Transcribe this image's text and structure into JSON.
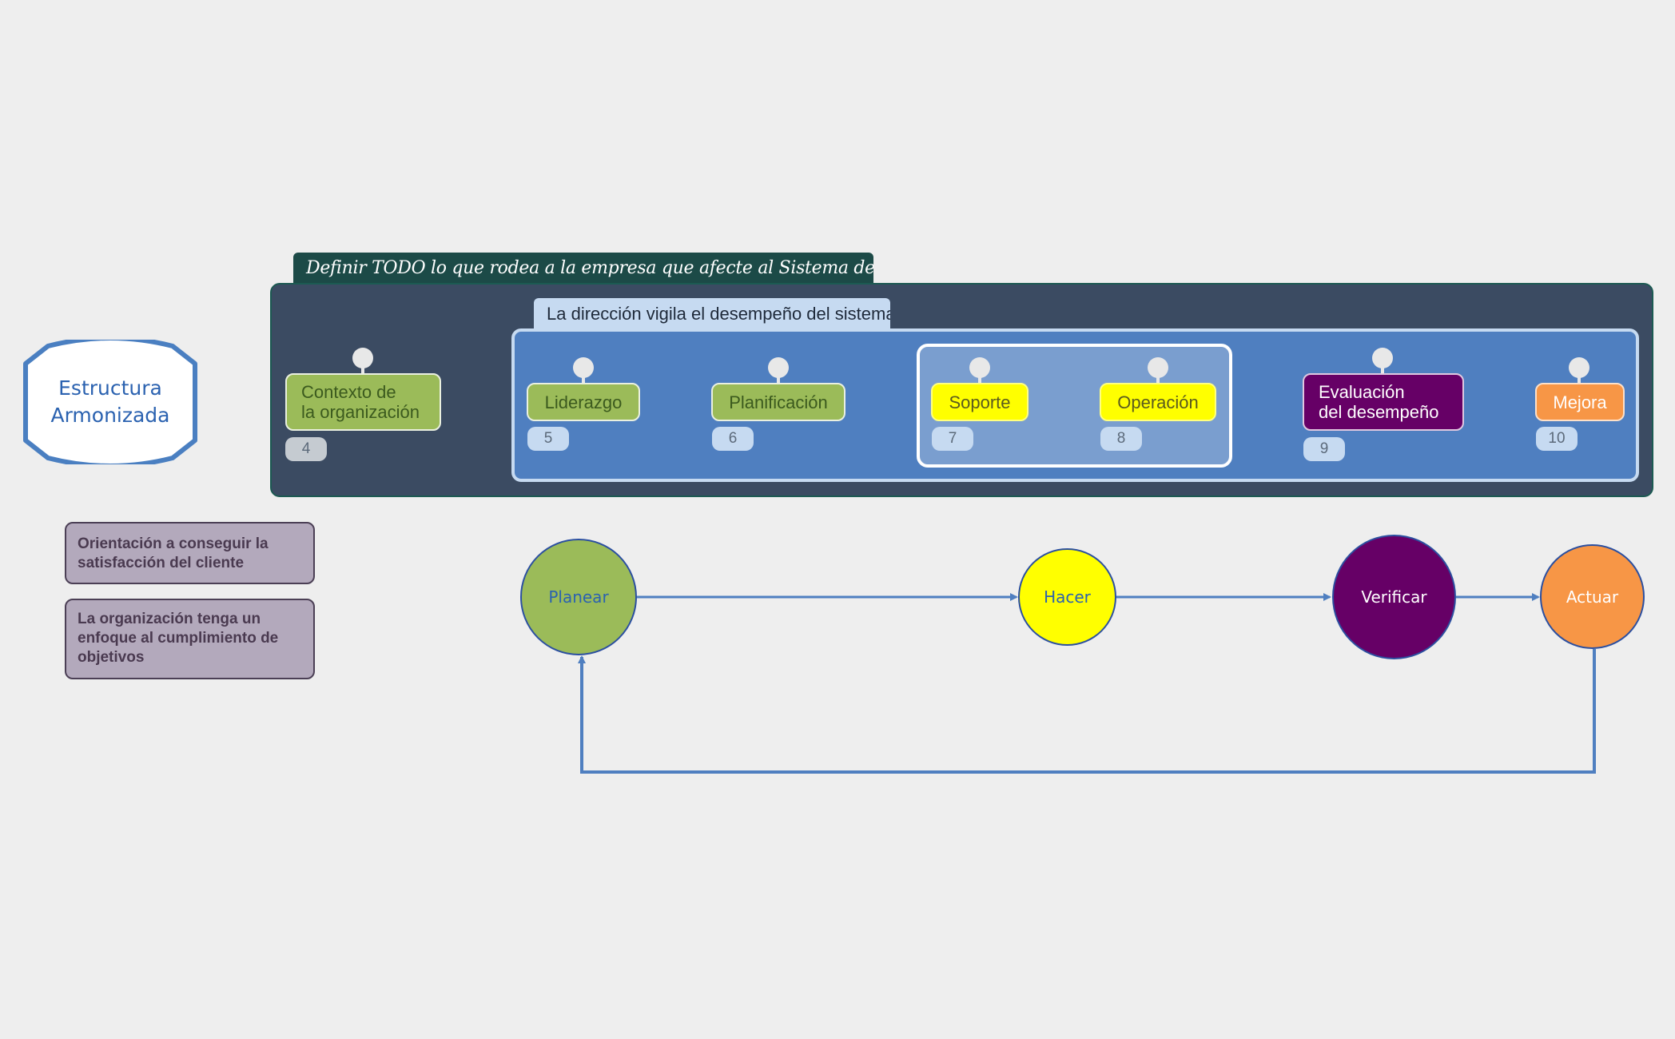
{
  "title": {
    "lines": [
      "Estructura",
      "Armonizada"
    ],
    "color": "#2b62b0"
  },
  "outer_panel": {
    "tab_label": "Definir TODO lo que rodea a la empresa que afecte al Sistema de Gestión",
    "color": "#3b4b62",
    "tab_color": "#1c4a47"
  },
  "inner_panel": {
    "tab_label": "La dirección vigila el desempeño del sistema",
    "color": "#4f7fc0",
    "tab_color": "#c6daf1"
  },
  "clauses": [
    {
      "id": "contexto",
      "lines": [
        "Contexto de",
        "la organización"
      ],
      "number": "4",
      "color": "#9bbb59",
      "text_color": "#3b5a1e"
    },
    {
      "id": "liderazgo",
      "lines": [
        "Liderazgo"
      ],
      "number": "5",
      "color": "#9bbb59",
      "text_color": "#3b5a1e"
    },
    {
      "id": "planificacion",
      "lines": [
        "Planificación"
      ],
      "number": "6",
      "color": "#9bbb59",
      "text_color": "#3b5a1e"
    },
    {
      "id": "soporte",
      "lines": [
        "Soporte"
      ],
      "number": "7",
      "color": "#ffff00",
      "text_color": "#5a5a1e"
    },
    {
      "id": "operacion",
      "lines": [
        "Operación"
      ],
      "number": "8",
      "color": "#ffff00",
      "text_color": "#5a5a1e"
    },
    {
      "id": "evaluacion",
      "lines": [
        "Evaluación",
        "del desempeño"
      ],
      "number": "9",
      "color": "#660066",
      "text_color": "#ffffff"
    },
    {
      "id": "mejora",
      "lines": [
        "Mejora"
      ],
      "number": "10",
      "color": "#f79646",
      "text_color": "#ffffff"
    }
  ],
  "notes": [
    {
      "id": "satisfaccion",
      "lines": [
        "Orientación a conseguir la",
        "satisfacción del cliente"
      ]
    },
    {
      "id": "objetivos",
      "lines": [
        "La organización tenga un",
        "enfoque al cumplimiento de",
        "objetivos"
      ]
    }
  ],
  "cycle": [
    {
      "id": "planear",
      "label": "Planear",
      "color": "#9bbb59",
      "text_color": "#2b62b0"
    },
    {
      "id": "hacer",
      "label": "Hacer",
      "color": "#ffff00",
      "text_color": "#2b62b0"
    },
    {
      "id": "verificar",
      "label": "Verificar",
      "color": "#660066",
      "text_color": "#ffffff"
    },
    {
      "id": "actuar",
      "label": "Actuar",
      "color": "#f79646",
      "text_color": "#ffffff"
    }
  ],
  "connector_color": "#4f7fc0"
}
